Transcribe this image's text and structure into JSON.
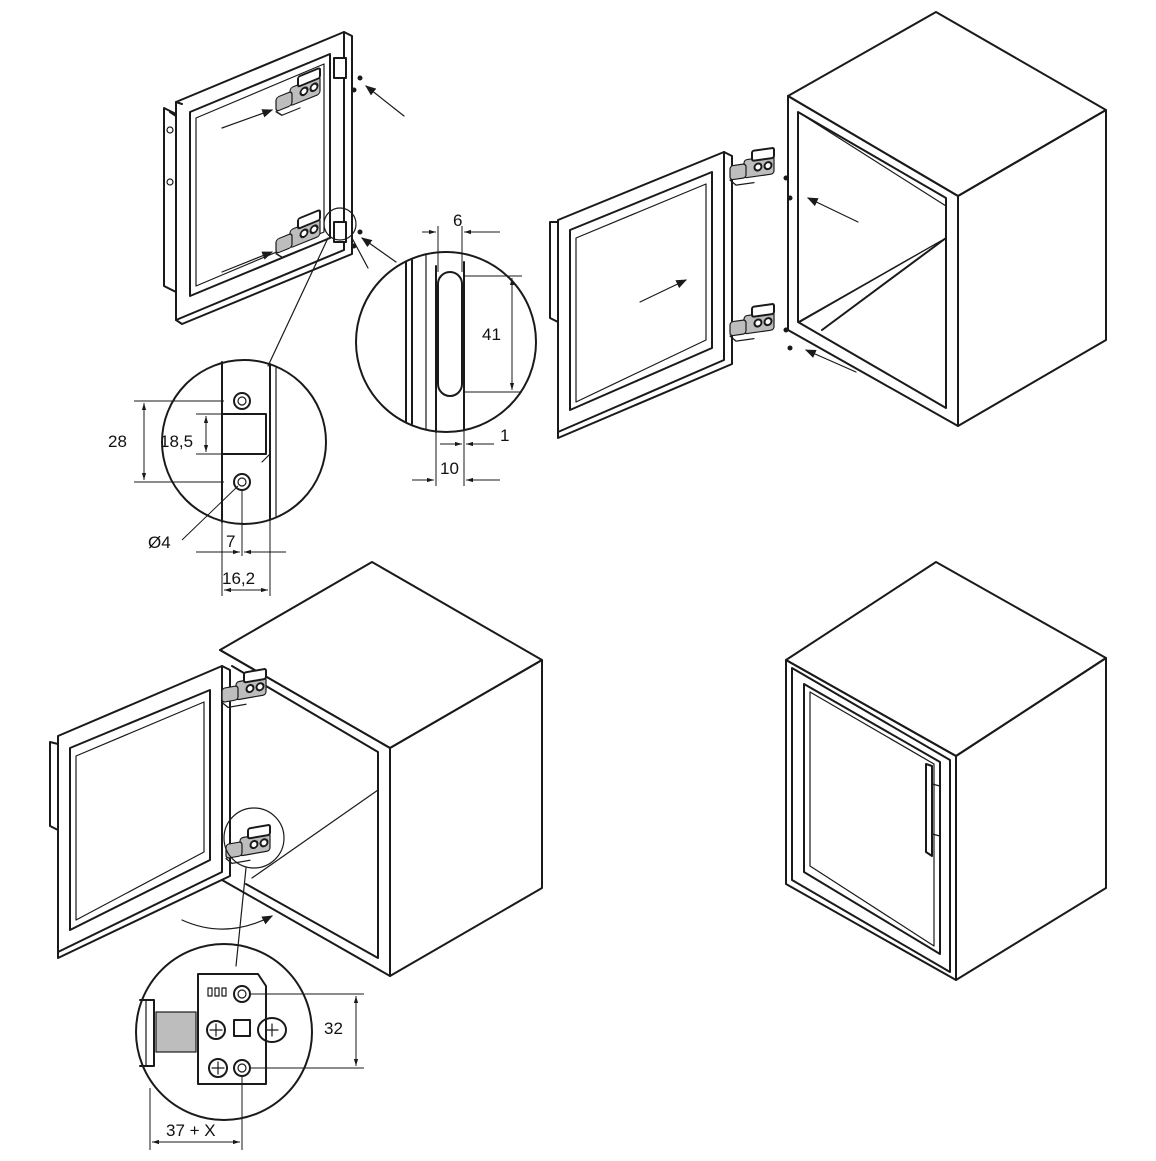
{
  "colors": {
    "line": "#1a1a1a",
    "background": "#ffffff",
    "hinge_fill": "#bdbdbd"
  },
  "detail_hole": {
    "width": "6",
    "length": "41",
    "offset": "1",
    "edge": "10"
  },
  "detail_plate": {
    "height": "28",
    "hole_spacing": "18,5",
    "diameter": "Ø4",
    "offset": "7",
    "width": "16,2"
  },
  "detail_hinge": {
    "spacing": "32",
    "distance": "37 + X"
  }
}
